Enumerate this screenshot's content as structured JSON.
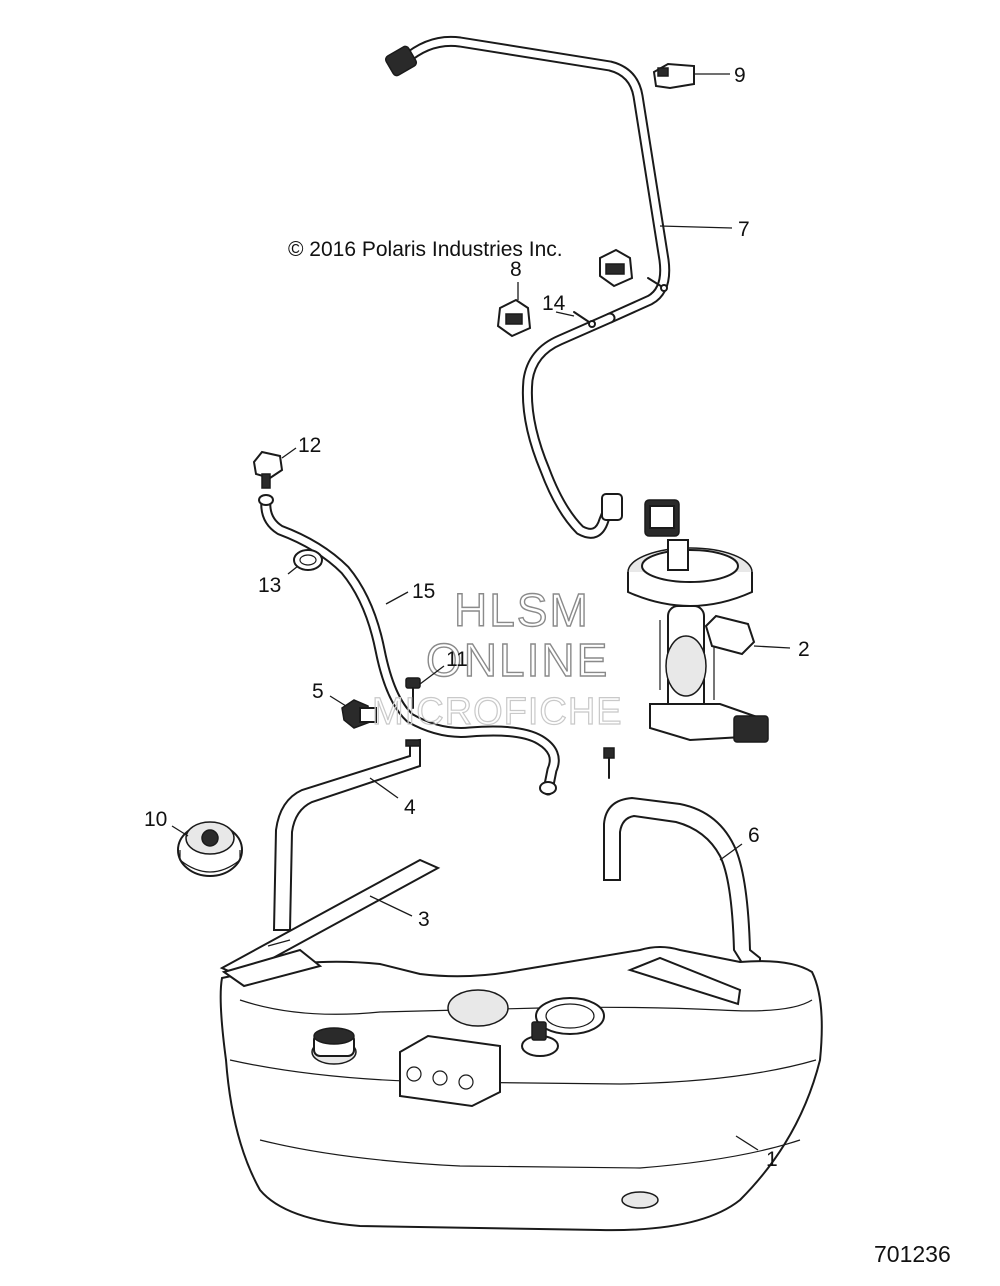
{
  "copyright": "© 2016 Polaris Industries Inc.",
  "figure_number": "701236",
  "watermark": {
    "line1": "HLSM",
    "line2": "ONLINE",
    "line3": "MICROFICHE"
  },
  "callouts": {
    "c1": "1",
    "c2": "2",
    "c3": "3",
    "c4": "4",
    "c5": "5",
    "c6": "6",
    "c7": "7",
    "c8": "8",
    "c9": "9",
    "c10": "10",
    "c11": "11",
    "c12": "12",
    "c13": "13",
    "c14": "14",
    "c15": "15"
  }
}
